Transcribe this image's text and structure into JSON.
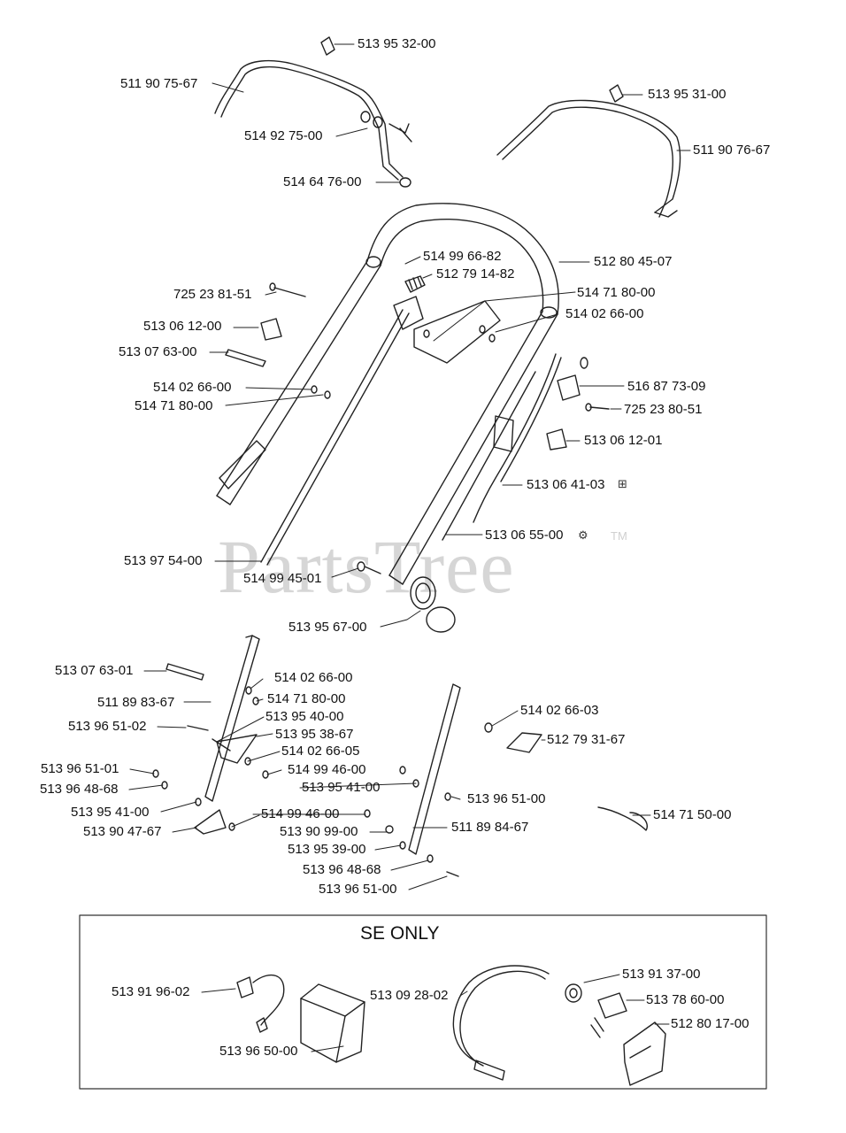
{
  "watermark": {
    "text": "PartsTree",
    "tm": "TM"
  },
  "se_box": {
    "title": "SE ONLY"
  },
  "symbols": {
    "assembly": "⊞",
    "kit": "⚙"
  },
  "parts": [
    "513 95 32-00",
    "511 90 75-67",
    "514 92 75-00",
    "514 64 76-00",
    "513 95 31-00",
    "511 90 76-67",
    "514 99 66-82",
    "512 80 45-07",
    "512 79 14-82",
    "725 23 81-51",
    "514 71 80-00",
    "514 02 66-00",
    "513 06 12-00",
    "513 07 63-00",
    "514 02 66-00",
    "514 71 80-00",
    "516 87 73-09",
    "725 23 80-51",
    "513 06 12-01",
    "513 06 41-03",
    "513 06 55-00",
    "513 97 54-00",
    "514 99 45-01",
    "513 95 67-00",
    "513 07 63-01",
    "514 02 66-00",
    "511 89 83-67",
    "514 71 80-00",
    "513 95 40-00",
    "513 96 51-02",
    "513 95 38-67",
    "514 02 66-05",
    "513 96 51-01",
    "514 99 46-00",
    "513 96 48-68",
    "513 95 41-00",
    "513 95 41-00",
    "514 99 46-00",
    "513 90 47-67",
    "513 90 99-00",
    "513 95 39-00",
    "514 02 66-03",
    "512 79 31-67",
    "513 96 51-00",
    "511 89 84-67",
    "514 71 50-00",
    "513 96 48-68",
    "513 96 51-00",
    "513 91 96-02",
    "513 96 50-00",
    "513 09 28-02",
    "513 91 37-00",
    "513 78 60-00",
    "512 80 17-00"
  ]
}
